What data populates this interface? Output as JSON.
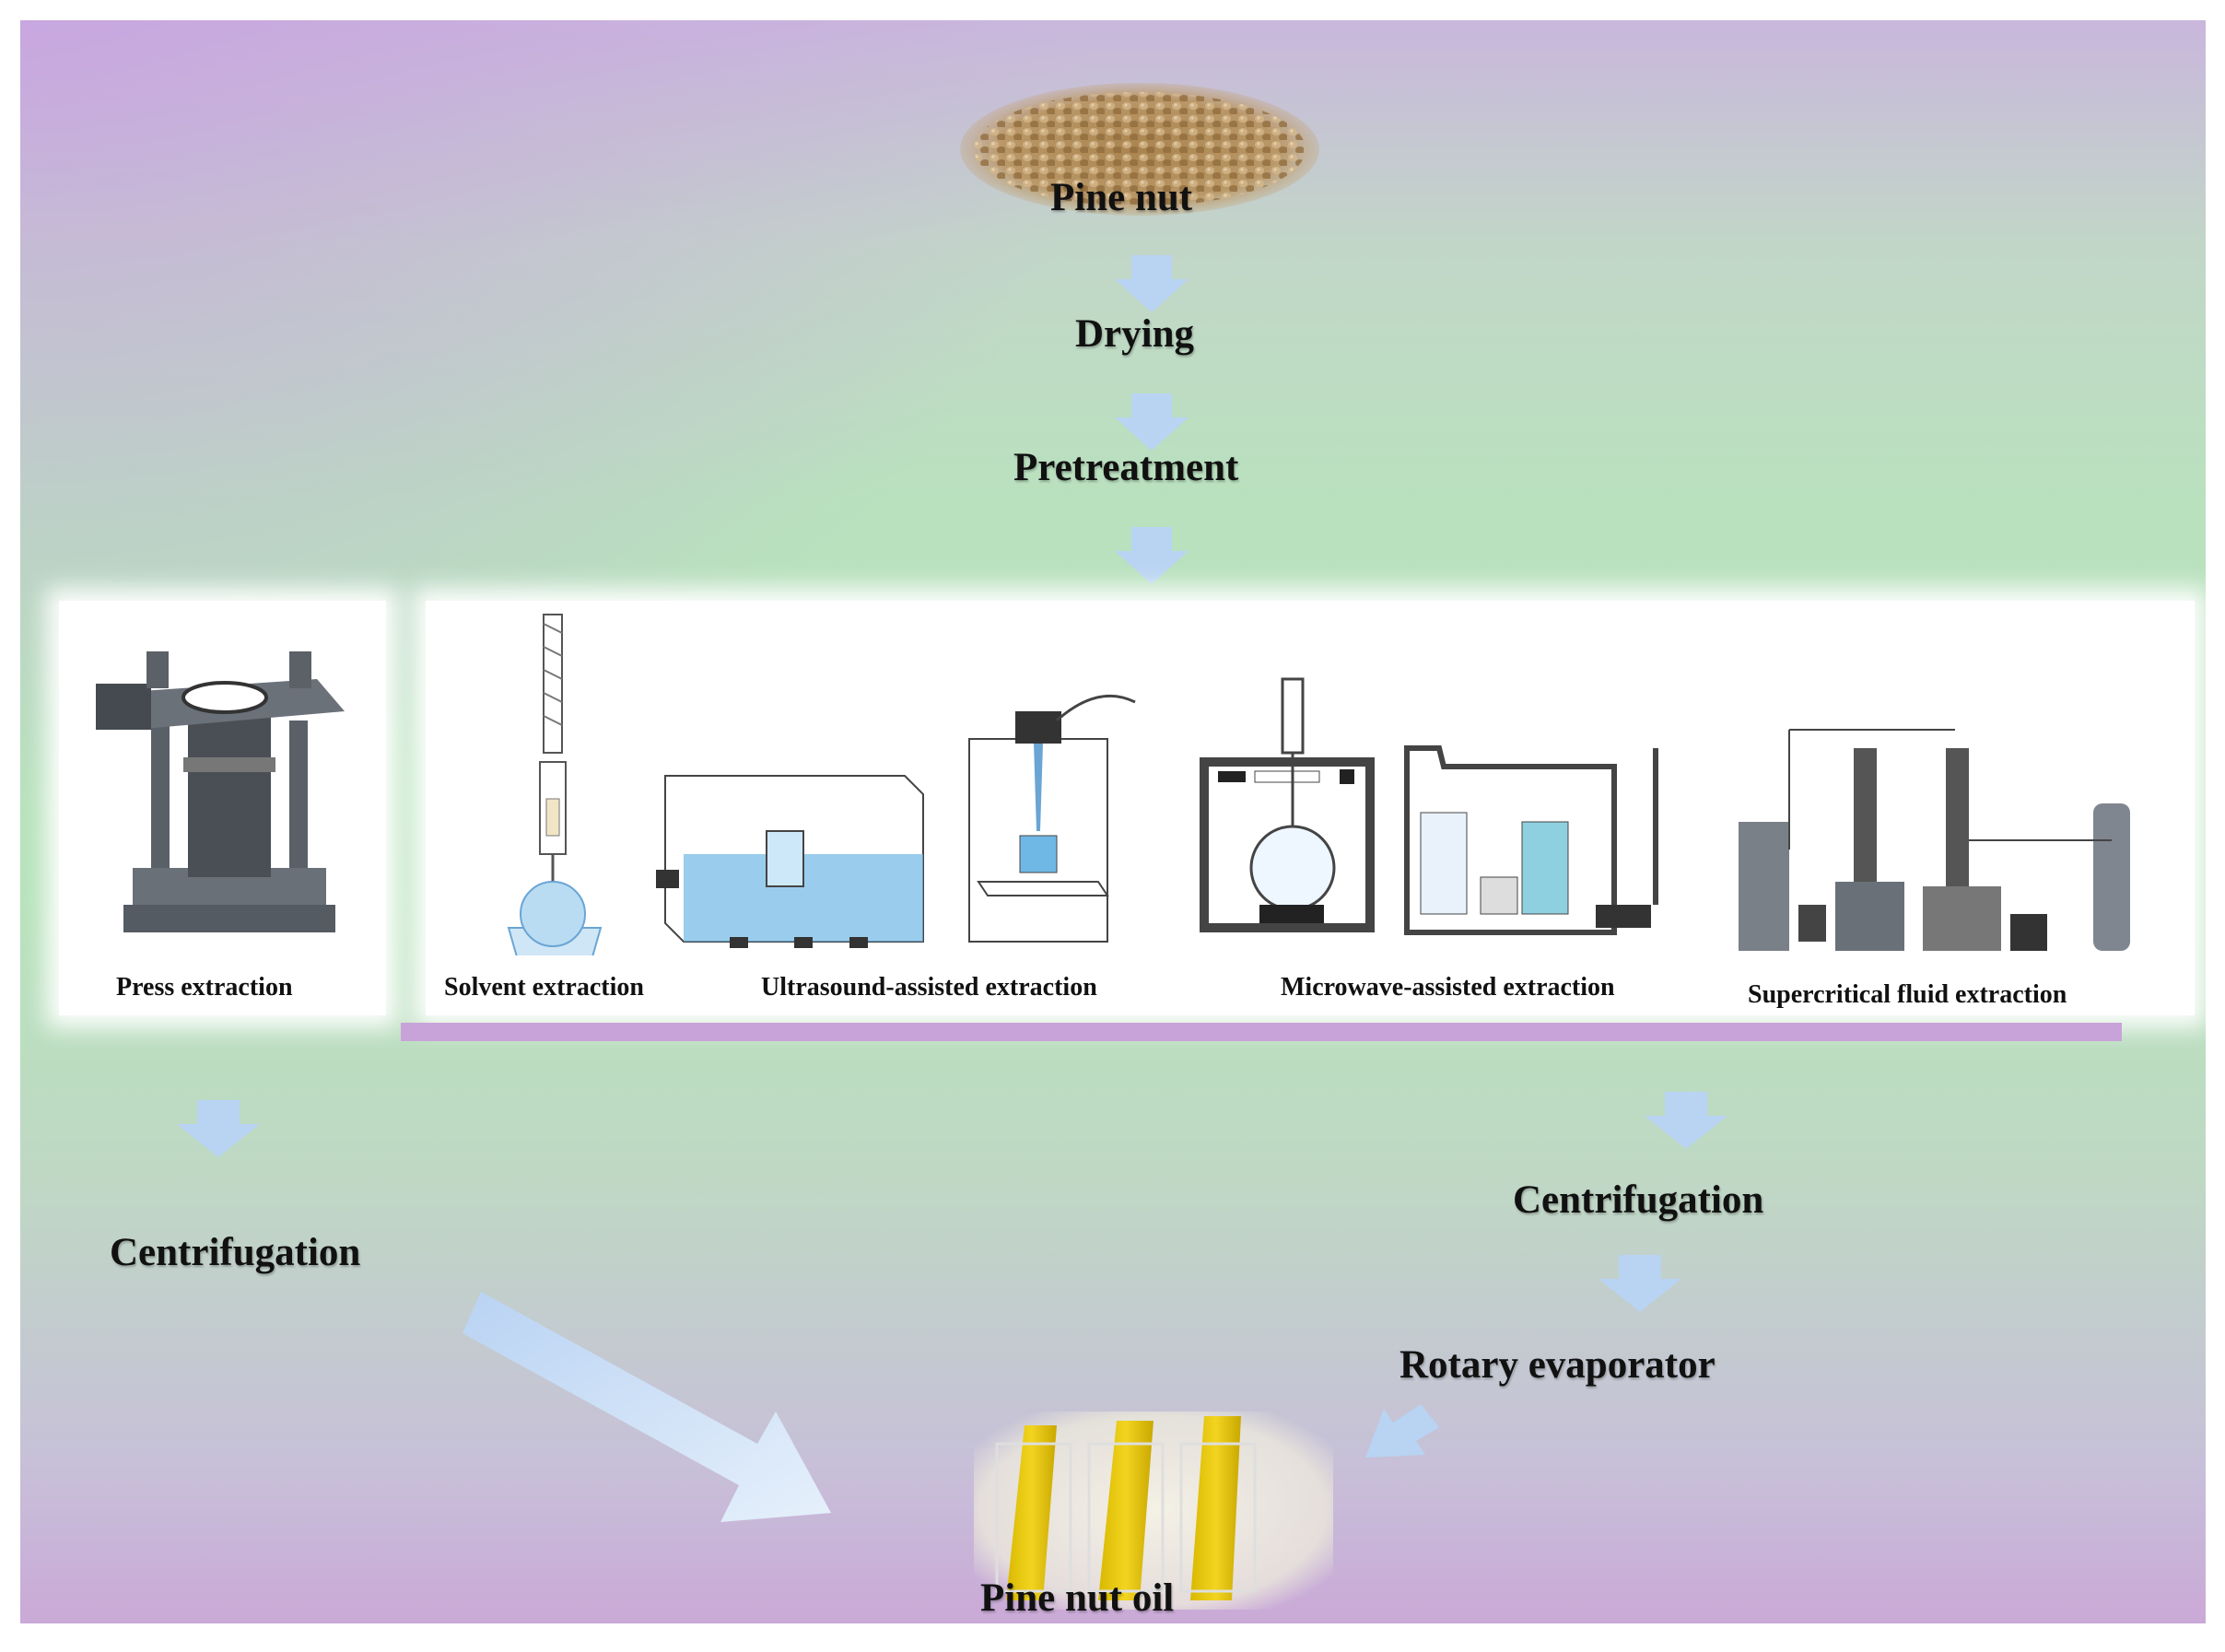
{
  "flow": {
    "source": "Pine nut",
    "step1": "Drying",
    "step2": "Pretreatment",
    "product": "Pine nut oil"
  },
  "methods": {
    "press": "Press extraction",
    "solvent": "Solvent extraction",
    "ultrasound": "Ultrasound-assisted extraction",
    "microwave": "Microwave-assisted extraction",
    "supercritical": "Supercritical fluid extraction"
  },
  "left_branch": {
    "step": "Centrifugation"
  },
  "right_branch": {
    "step1": "Centrifugation",
    "step2": "Rotary evaporator"
  },
  "colors": {
    "arrow": "#b9d3f3",
    "bar": "#c8a3d9",
    "oil": "#e8c814",
    "nut": "#b08a55",
    "equipment": "#5a6068"
  }
}
